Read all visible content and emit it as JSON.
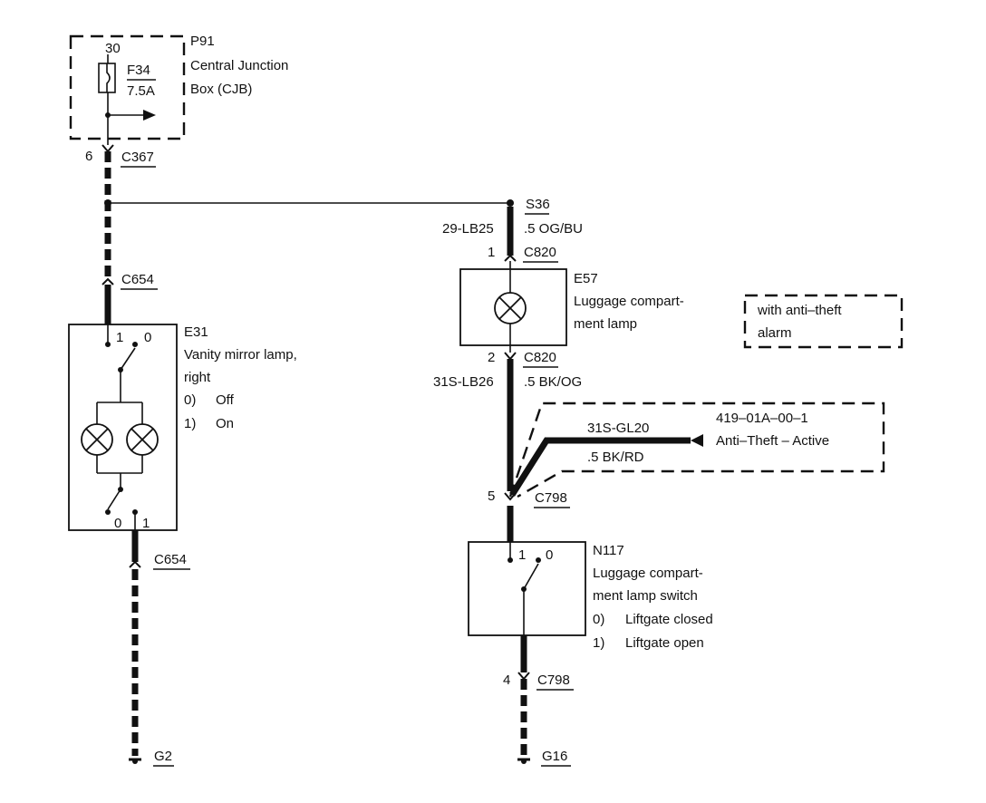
{
  "fuse_panel": {
    "id": "P91",
    "name_line1": "Central Junction",
    "name_line2": "Box (CJB)",
    "terminal": "30",
    "fuse_id": "F34",
    "fuse_rating": "7.5A"
  },
  "connectors": {
    "c367_pin": "6",
    "c367": "C367",
    "c654_upper": "C654",
    "c654_lower": "C654",
    "c820_top_pin": "1",
    "c820_top": "C820",
    "c820_bottom_pin": "2",
    "c820_bottom": "C820",
    "c798_mid_pin": "5",
    "c798_mid": "C798",
    "c798_bottom_pin": "4",
    "c798_bottom": "C798"
  },
  "splice": {
    "id": "S36"
  },
  "wires": {
    "top_circuit": "29-LB25",
    "top_color": ".5 OG/BU",
    "mid_circuit": "31S-LB26",
    "mid_color": ".5 BK/OG",
    "alarm_circuit": "31S-GL20",
    "alarm_color": ".5 BK/RD"
  },
  "vanity_lamp": {
    "id": "E31",
    "name_line1": "Vanity mirror lamp,",
    "name_line2": "right",
    "state0_num": "0)",
    "state0_text": "Off",
    "state1_num": "1)",
    "state1_text": "On",
    "top_pos1": "1",
    "top_pos0": "0",
    "bottom_pos0": "0",
    "bottom_pos1": "1"
  },
  "luggage_lamp": {
    "id": "E57",
    "name_line1": "Luggage compart-",
    "name_line2": "ment lamp"
  },
  "note": {
    "line1": "with anti–theft",
    "line2": "alarm"
  },
  "alarm_ref": {
    "ref": "419–01A–00–1",
    "text": "Anti–Theft – Active"
  },
  "luggage_switch": {
    "id": "N117",
    "name_line1": "Luggage compart-",
    "name_line2": "ment lamp switch",
    "state0_num": "0)",
    "state0_text": "Liftgate closed",
    "state1_num": "1)",
    "state1_text": "Liftgate open",
    "pos1": "1",
    "pos0": "0"
  },
  "grounds": {
    "left": "G2",
    "right": "G16"
  }
}
